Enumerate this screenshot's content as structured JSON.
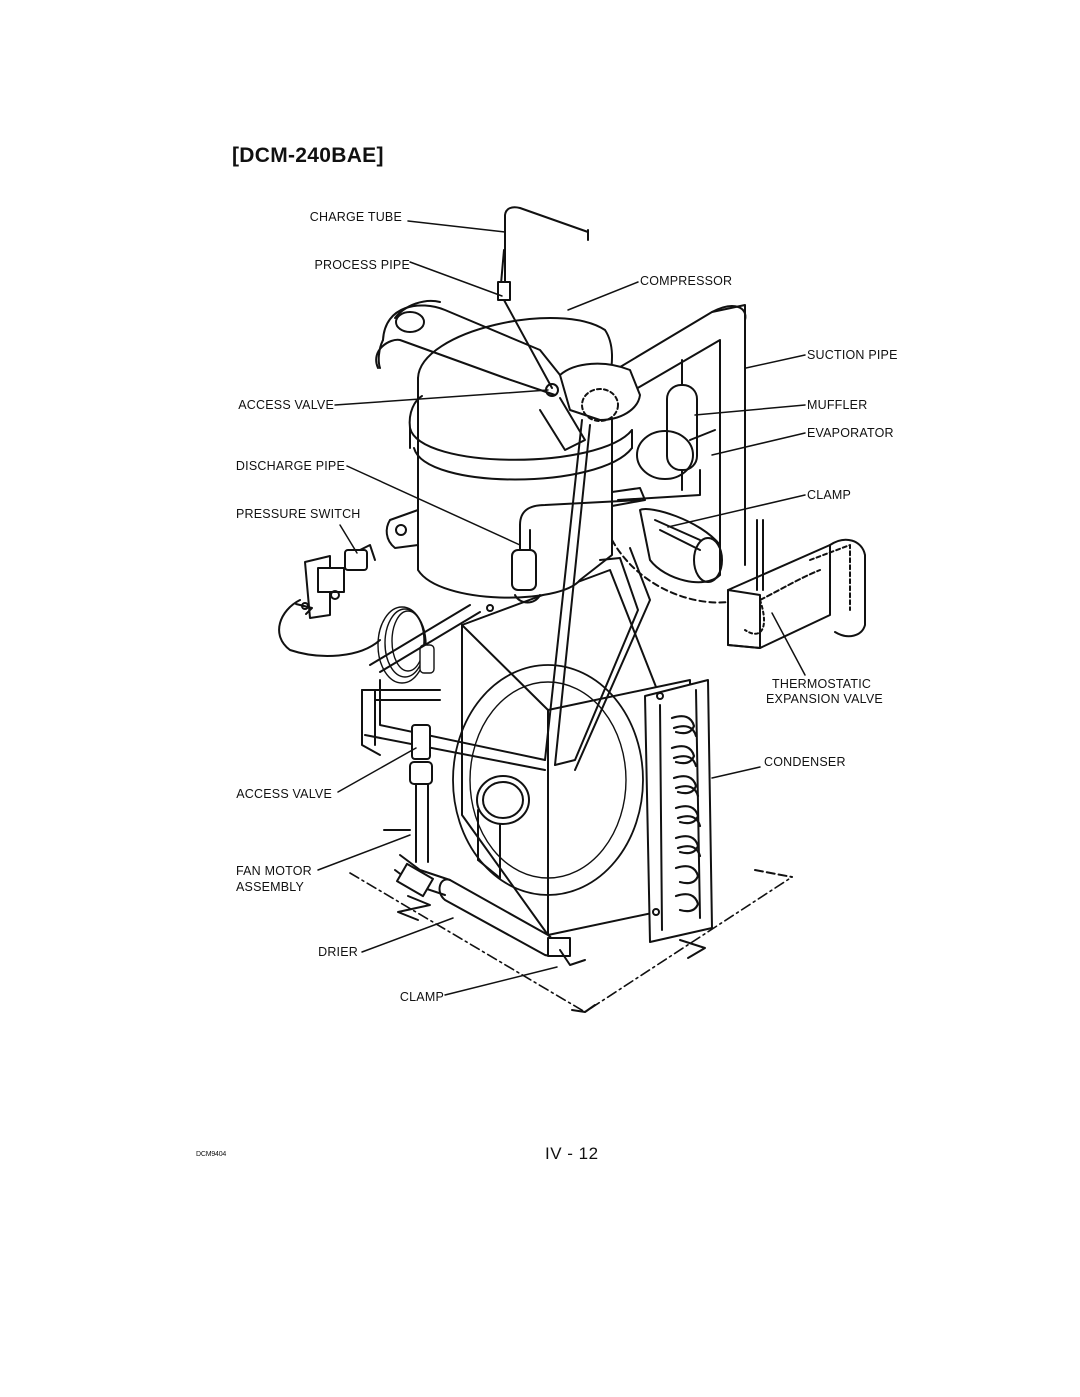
{
  "title": "[DCM-240BAE]",
  "labels": {
    "charge_tube": "CHARGE TUBE",
    "process_pipe": "PROCESS PIPE",
    "compressor": "COMPRESSOR",
    "suction_pipe": "SUCTION PIPE",
    "access_valve_top": "ACCESS VALVE",
    "muffler": "MUFFLER",
    "evaporator": "EVAPORATOR",
    "discharge_pipe": "DISCHARGE PIPE",
    "clamp_top": "CLAMP",
    "pressure_switch": "PRESSURE SWITCH",
    "thermostatic_1": "THERMOSTATIC",
    "thermostatic_2": "EXPANSION VALVE",
    "condenser": "CONDENSER",
    "access_valve_bottom": "ACCESS VALVE",
    "fan_motor_1": "FAN MOTOR",
    "fan_motor_2": "ASSEMBLY",
    "drier": "DRIER",
    "clamp_bottom": "CLAMP"
  },
  "footer": {
    "code": "DCM9404",
    "page": "IV - 12"
  }
}
